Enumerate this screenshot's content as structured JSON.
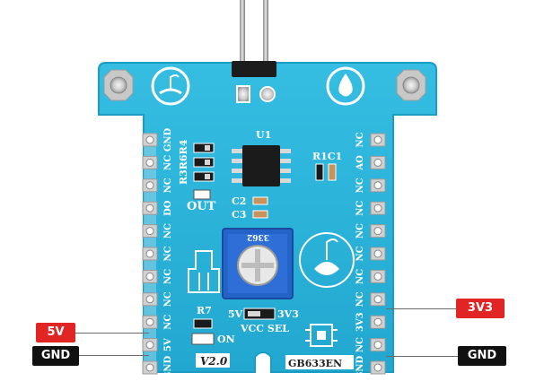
{
  "board": {
    "ic_label": "U1",
    "resistor_labels": "R3R6R4",
    "r1c1_label": "R1C1",
    "out_label": "OUT",
    "c2_label": "C2",
    "c3_label": "C3",
    "pot_marking": "3362",
    "r7_label": "R7",
    "on_label": "ON",
    "vcc_sel_label": "VCC SEL",
    "five_v_jumper": "5V",
    "three_v3_jumper": "3V3",
    "version": "V2.0",
    "part_number": "GB633EN",
    "left_pins": [
      "GND",
      "NC",
      "NC",
      "DO",
      "NC",
      "NC",
      "NC",
      "NC",
      "NC",
      "5V",
      "GND"
    ],
    "right_pins": [
      "NC",
      "AO",
      "NC",
      "NC",
      "NC",
      "NC",
      "NC",
      "NC",
      "3V3",
      "NC",
      "GND"
    ]
  },
  "callouts": {
    "five_v": "5V",
    "gnd_left": "GND",
    "three_v3": "3V3",
    "gnd_right": "GND"
  },
  "colors": {
    "pcb": "#29b3d9",
    "pcb_edge": "#1a9cc4",
    "callout_red": "#e12424",
    "callout_black": "#111111",
    "pot_blue": "#2463c8"
  }
}
